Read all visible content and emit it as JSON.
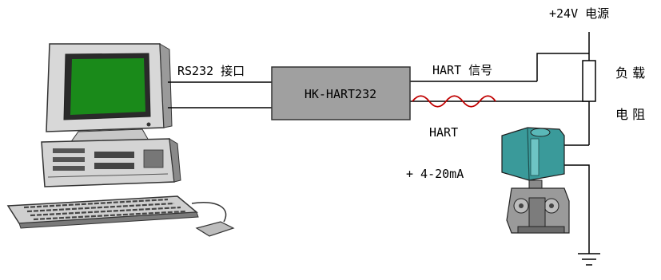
{
  "labels": {
    "rs232": "RS232 接口",
    "device": "HK-HART232",
    "hart_signal": "HART 信号",
    "hart": "HART",
    "current": "+ 4-20mA",
    "power": "+24V 电源",
    "load_1": "负 载",
    "load_2": "电 阻"
  },
  "colors": {
    "monitor_screen": "#1a8a1a",
    "device_box": "#a0a0a0",
    "wave": "#c00000",
    "transmitter_head": "#3a9a9a"
  },
  "icons": {
    "computer": "desktop-computer-icon",
    "transmitter": "pressure-transmitter-icon",
    "ground": "ground-icon",
    "resistor": "resistor-icon"
  }
}
